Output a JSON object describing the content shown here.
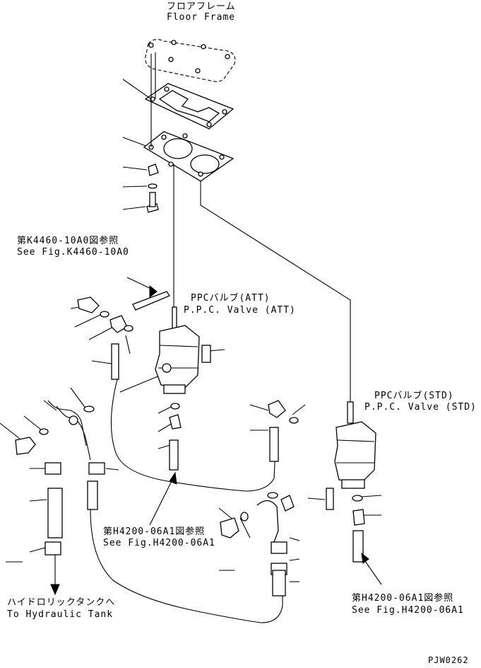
{
  "labels": {
    "floor_frame_jp": "フロアフレーム",
    "floor_frame_en": "Floor Frame",
    "ref_k4460_jp": "第K4460-10A0図参照",
    "ref_k4460_en": "See Fig.K4460-10A0",
    "ppc_att_jp": "PPCバルブ(ATT)",
    "ppc_att_en": "P.P.C. Valve (ATT)",
    "ppc_std_jp": "PPCバルブ(STD)",
    "ppc_std_en": "P.P.C. Valve (STD)",
    "ref_h4200_left_jp": "第H4200-06A1図参照",
    "ref_h4200_left_en": "See Fig.H4200-06A1",
    "ref_h4200_right_jp": "第H4200-06A1図参照",
    "ref_h4200_right_en": "See Fig.H4200-06A1",
    "tank_jp": "ハイドロリックタンクへ",
    "tank_en": "To Hydraulic Tank",
    "drawing_code": "PJW0262"
  }
}
